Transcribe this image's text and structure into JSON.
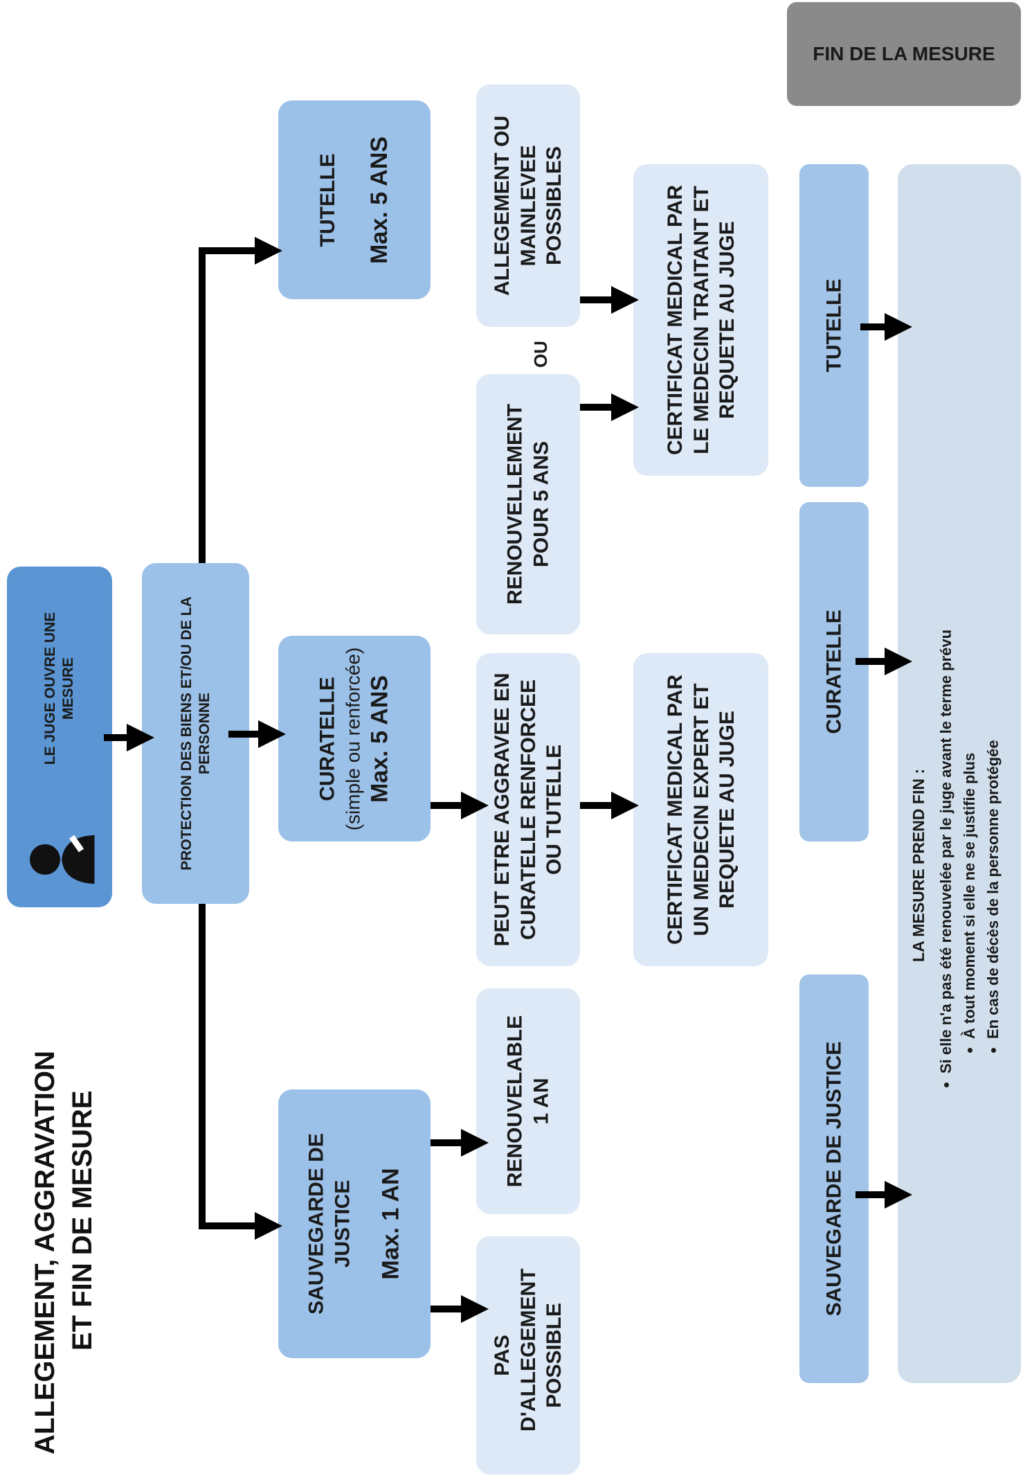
{
  "title": {
    "line1": "ALLEGEMENT, AGGRAVATION",
    "line2": "ET FIN DE MESURE"
  },
  "nodes": {
    "judge": "LE JUGE OUVRE UNE MESURE",
    "protection": "PROTECTION DES BIENS ET/OU DE LA PERSONNE",
    "tutelle": {
      "name": "TUTELLE",
      "duration": "Max. 5 ANS"
    },
    "curatelle": {
      "name": "CURATELLE",
      "detail": "(simple ou renforcée)",
      "duration": "Max. 5 ANS"
    },
    "sauvegarde": {
      "name": "SAUVEGARDE DE JUSTICE",
      "duration": "Max. 1 AN"
    },
    "allegement": "ALLEGEMENT OU MAINLEVEE POSSIBLES",
    "renouvellement": "RENOUVELLEMENT POUR 5 ANS",
    "ou": "OU",
    "certificat_tutelle": "CERTIFICAT MEDICAL PAR LE MEDECIN TRAITANT ET REQUETE AU JUGE",
    "aggravation": "PEUT ETRE AGGRAVEE EN CURATELLE RENFORCEE OU TUTELLE",
    "certificat_curatelle": "CERTIFICAT MEDICAL PAR UN MEDECIN EXPERT ET REQUETE AU JUGE",
    "renouvelable": {
      "line1": "RENOUVELABLE",
      "line2": "1 AN"
    },
    "pas_allegement": "PAS D'ALLEGEMENT POSSIBLE"
  },
  "fin": {
    "header": "FIN DE LA MESURE",
    "side_tutelle": "TUTELLE",
    "side_curatelle": "CURATELLE",
    "side_sauvegarde": "SAUVEGARDE DE JUSTICE",
    "prend_fin": "LA MESURE PREND FIN :",
    "reasons": [
      "Si elle n'a pas été renouvelée par le juge avant le terme prévu",
      "À tout moment si elle ne se justifie plus",
      "En cas de décès de la personne protégée"
    ]
  },
  "colors": {
    "dark_blue": "#5b95d3",
    "mid_blue": "#9cc1e8",
    "pale_blue": "#dde9f6",
    "grey": "#8a8a8a"
  }
}
